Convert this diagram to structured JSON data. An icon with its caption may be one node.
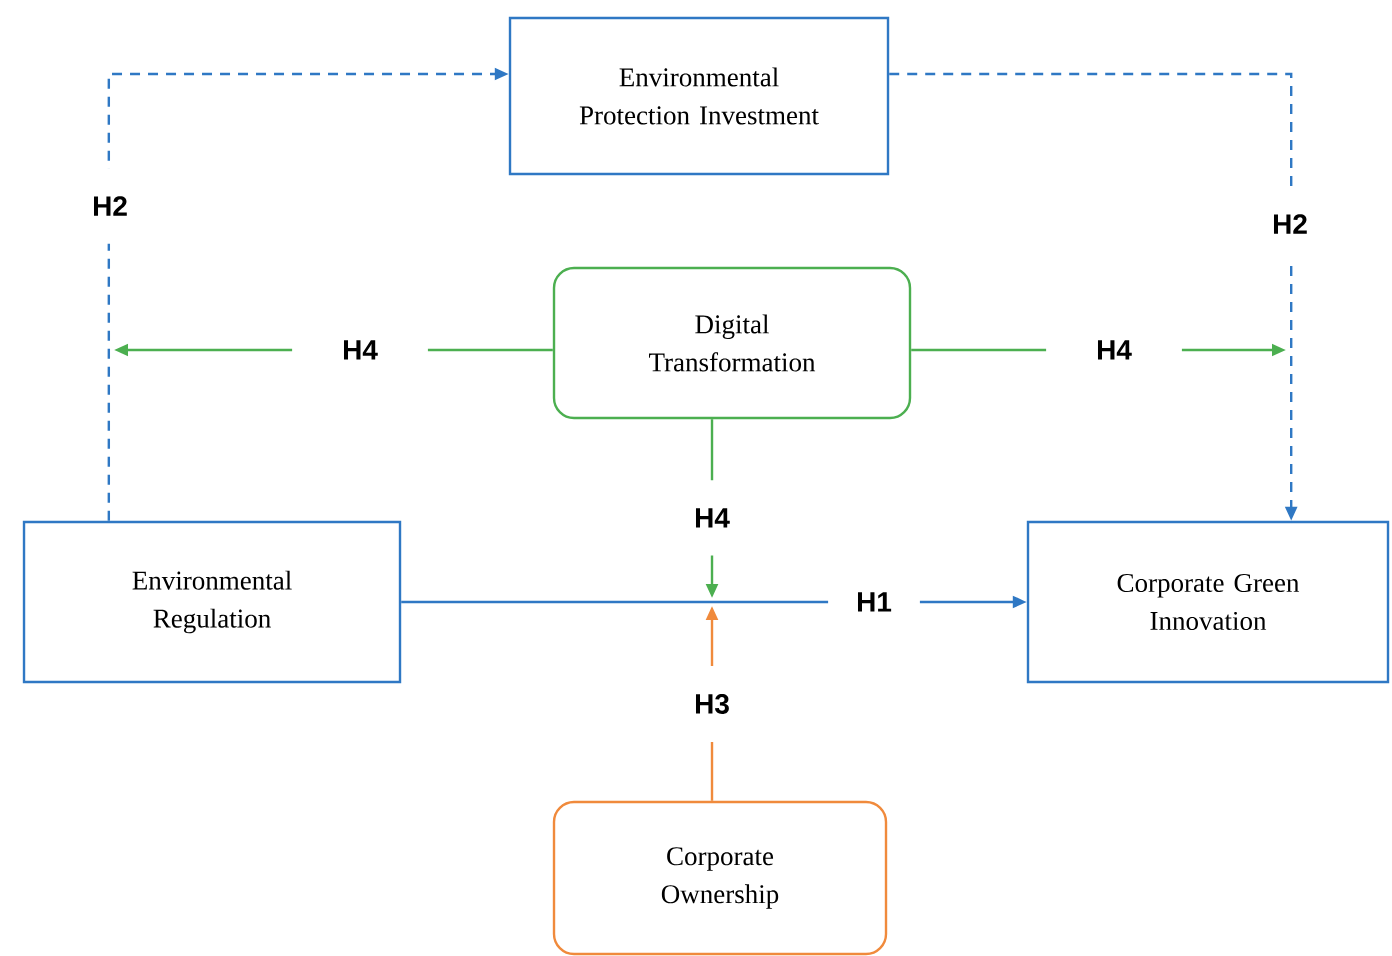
{
  "diagram": {
    "nodes": [
      {
        "text": [
          "Environmental Protection Investment"
        ]
      },
      {
        "text": [
          "Digital Transformation"
        ]
      },
      {
        "text": [
          "Environmental Regulation"
        ]
      },
      {
        "text": [
          "Corporate Green Innovation"
        ]
      },
      {
        "text": [
          "Corporate Ownership"
        ]
      }
    ],
    "edges": [
      {
        "from": 2,
        "to": 0,
        "arrow": "to",
        "label": "H2",
        "style": "dashed",
        "color": "#2f78c4"
      },
      {
        "from": 0,
        "to": 3,
        "arrow": "to",
        "label": "H2",
        "style": "dashed",
        "color": "#2f78c4"
      },
      {
        "from": 2,
        "to": 3,
        "arrow": "to",
        "label": "H1",
        "color": "#2f78c4"
      },
      {
        "from": 1,
        "to": null,
        "arrow": "to",
        "label": "H4",
        "color": "#4caf50"
      },
      {
        "from": 1,
        "to": null,
        "arrow": "to",
        "label": "H4",
        "color": "#4caf50"
      },
      {
        "from": 1,
        "to": null,
        "arrow": "to",
        "label": "H4",
        "color": "#4caf50"
      },
      {
        "from": 4,
        "to": null,
        "arrow": "to",
        "label": "H3",
        "color": "#f08a3c"
      }
    ]
  }
}
